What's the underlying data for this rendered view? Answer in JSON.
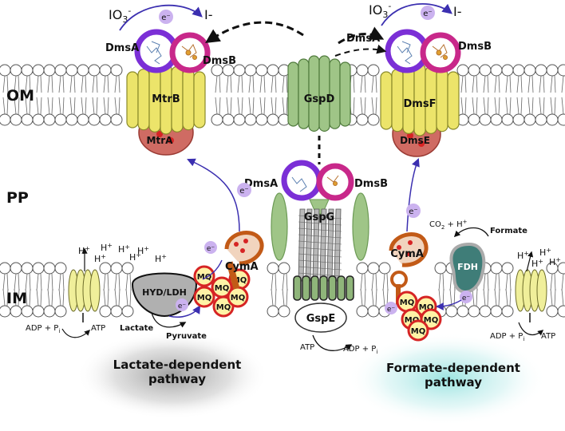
{
  "compartments": {
    "om": "OM",
    "pp": "PP",
    "im": "IM"
  },
  "electron": "e⁻",
  "left_om": {
    "reaction_substrate": "IO",
    "reaction_sub_sub": "3",
    "reaction_sub_sup": "-",
    "reaction_product": "I-",
    "dmsa": "DmsA",
    "dmsb": "DmsB",
    "porin": "MtrB",
    "cytochrome": "MtrA"
  },
  "right_om": {
    "reaction_substrate": "IO",
    "reaction_sub_sub": "3",
    "reaction_sub_sup": "-",
    "reaction_product": "I-",
    "dmsa": "DmsA",
    "dmsb": "DmsB",
    "porin": "DmsF",
    "cytochrome": "DmsE"
  },
  "secretion": {
    "channel": "GspD",
    "pilus": "GspG",
    "atpase": "GspE",
    "dmsa": "DmsA",
    "dmsb": "DmsB",
    "atp": "ATP",
    "adp": "ADP + P",
    "adp_sub": "i"
  },
  "left_im": {
    "proton": "H",
    "proton_sup": "+",
    "adp": "ADP + P",
    "adp_sub": "i",
    "atp": "ATP",
    "enzyme": "HYD/LDH",
    "substrate": "Lactate",
    "product": "Pyruvate",
    "quinone": "MQ",
    "cyma": "CymA",
    "pathway_line1": "Lactate-dependent",
    "pathway_line2": "pathway"
  },
  "right_im": {
    "proton": "H",
    "proton_sup": "+",
    "adp": "ADP + P",
    "adp_sub": "i",
    "atp": "ATP",
    "enzyme": "FDH",
    "formate_reaction": "CO",
    "formate_reaction_sub": "2",
    "formate_reaction_rest": " + H",
    "formate_reaction_sup": "+",
    "formate": "Formate",
    "quinone": "MQ",
    "cyma": "CymA",
    "pathway_line1": "Formate-dependent",
    "pathway_line2": "pathway"
  },
  "colors": {
    "porin": "#ece46a",
    "gsp": "#9fc587",
    "dmsa_ring": "#7b2fd6",
    "dmsb_ring": "#c8288a",
    "cytochrome": "#cf6b63",
    "cyma": "#c25a17",
    "mq_fill": "#fff3a6",
    "mq_ring": "#d62424",
    "fdh": "#3f7d78",
    "electron_fill": "#cbb2ef",
    "arrow": "#3b2fb0",
    "lactate_glow": "#9e9e9e",
    "formate_glow": "#9fe3e1"
  }
}
